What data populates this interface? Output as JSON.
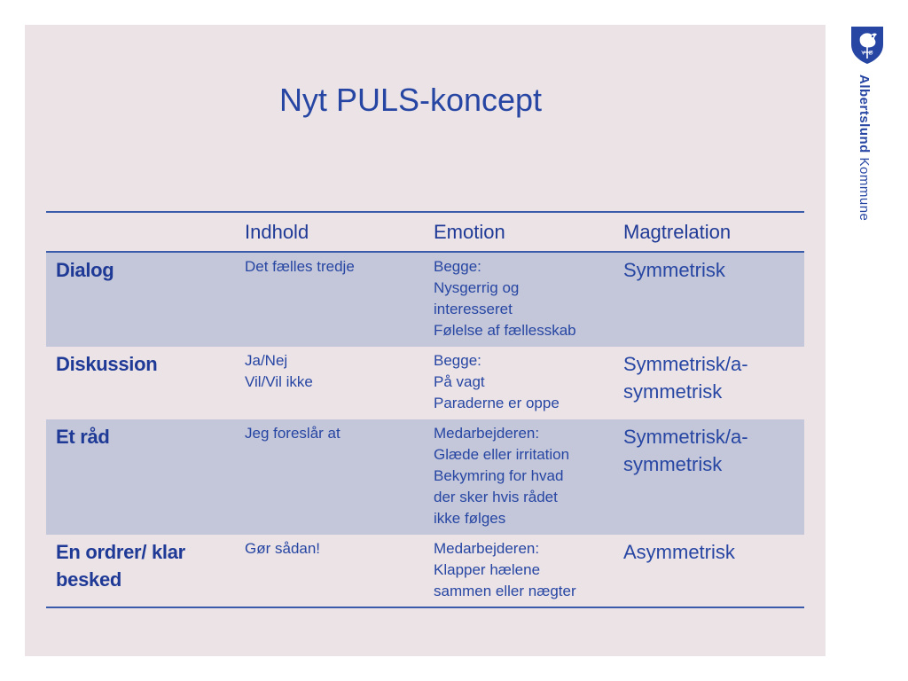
{
  "title": "Nyt PULS-koncept",
  "logo": {
    "name_bold": "Albertslund",
    "name_regular": " Kommune",
    "shield_text": "V+Ø"
  },
  "colors": {
    "accent": "#2746a3",
    "shade": "#c4c7d9",
    "background": "#ebe3e6"
  },
  "table": {
    "headers": [
      "",
      "Indhold",
      "Emotion",
      "Magtrelation"
    ],
    "rows": [
      {
        "label": "Dialog",
        "indhold": [
          "Det fælles tredje"
        ],
        "emotion": [
          "Begge:",
          "Nysgerrig og",
          "interesseret",
          "Følelse af fællesskab"
        ],
        "magtrelation": "Symmetrisk"
      },
      {
        "label": "Diskussion",
        "indhold": [
          "Ja/Nej",
          "Vil/Vil ikke"
        ],
        "emotion": [
          "Begge:",
          "På vagt",
          "Paraderne er oppe"
        ],
        "magtrelation": "Symmetrisk/a-symmetrisk"
      },
      {
        "label": "Et råd",
        "indhold": [
          "Jeg foreslår at"
        ],
        "emotion": [
          "Medarbejderen:",
          "Glæde eller irritation",
          "Bekymring for hvad",
          "der sker hvis rådet",
          "ikke følges"
        ],
        "magtrelation": "Symmetrisk/a-symmetrisk"
      },
      {
        "label": "En ordrer/ klar besked",
        "indhold": [
          "Gør sådan!"
        ],
        "emotion": [
          "Medarbejderen:",
          "Klapper hælene",
          "sammen eller nægter"
        ],
        "magtrelation": "Asymmetrisk"
      }
    ]
  }
}
